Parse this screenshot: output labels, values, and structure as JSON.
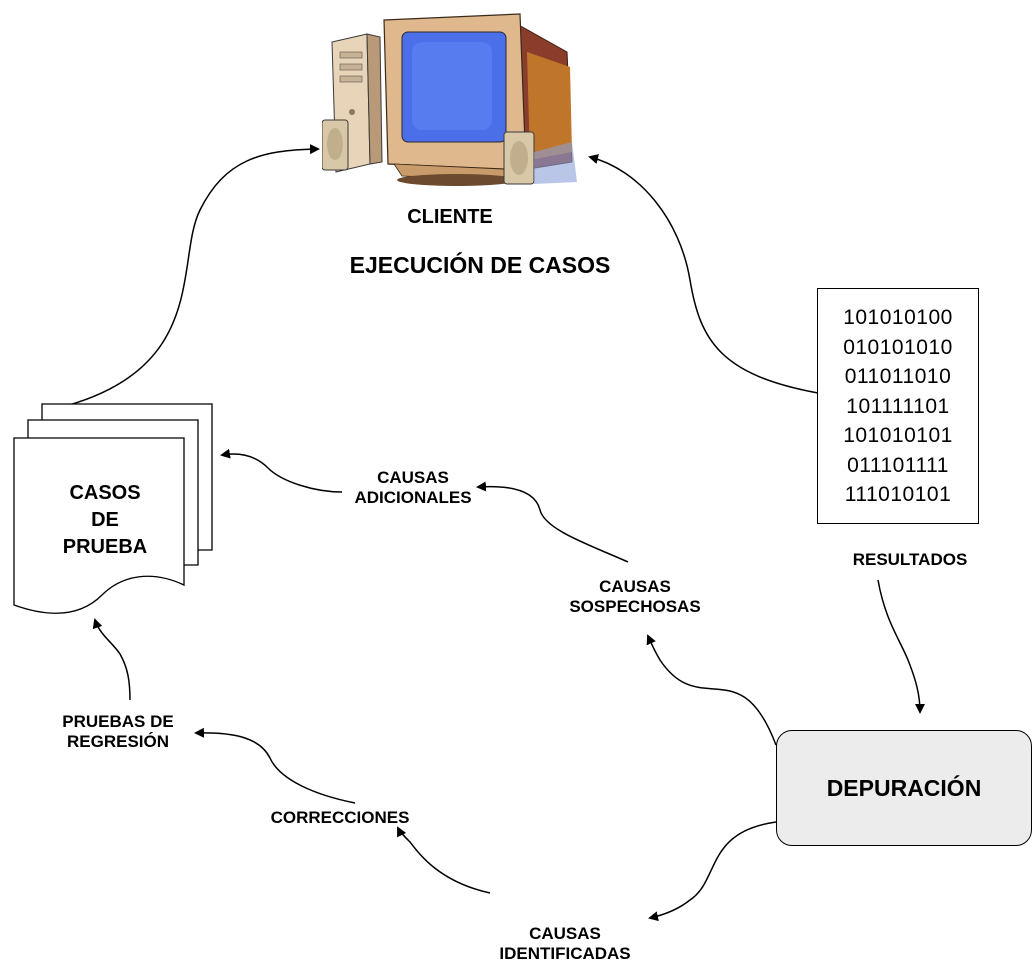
{
  "client": {
    "title": "CLIENTE",
    "subtitle": "EJECUCIÓN DE CASOS"
  },
  "test_cases": {
    "lines": [
      "CASOS",
      "DE",
      "PRUEBA"
    ]
  },
  "binary_results": {
    "lines": [
      "101010100",
      "010101010",
      "011011010",
      "101111101",
      "101010101",
      "011101111",
      "111010101"
    ],
    "caption": "RESULTADOS"
  },
  "debugging": {
    "label": "DEPURACIÓN"
  },
  "causes": {
    "additional": [
      "CAUSAS",
      "ADICIONALES"
    ],
    "suspected": [
      "CAUSAS",
      "SOSPECHOSAS"
    ],
    "identified": [
      "CAUSAS",
      "IDENTIFICADAS"
    ]
  },
  "regression": [
    "PRUEBAS DE",
    "REGRESIÓN"
  ],
  "corrections": "CORRECCIONES",
  "icons": {
    "computer": "desktop-computer-icon",
    "documents": "stacked-documents-icon"
  },
  "colors": {
    "screen": "#4a6fe8",
    "monitor_body": "#d9a77c",
    "debug_box": "#ececec"
  }
}
